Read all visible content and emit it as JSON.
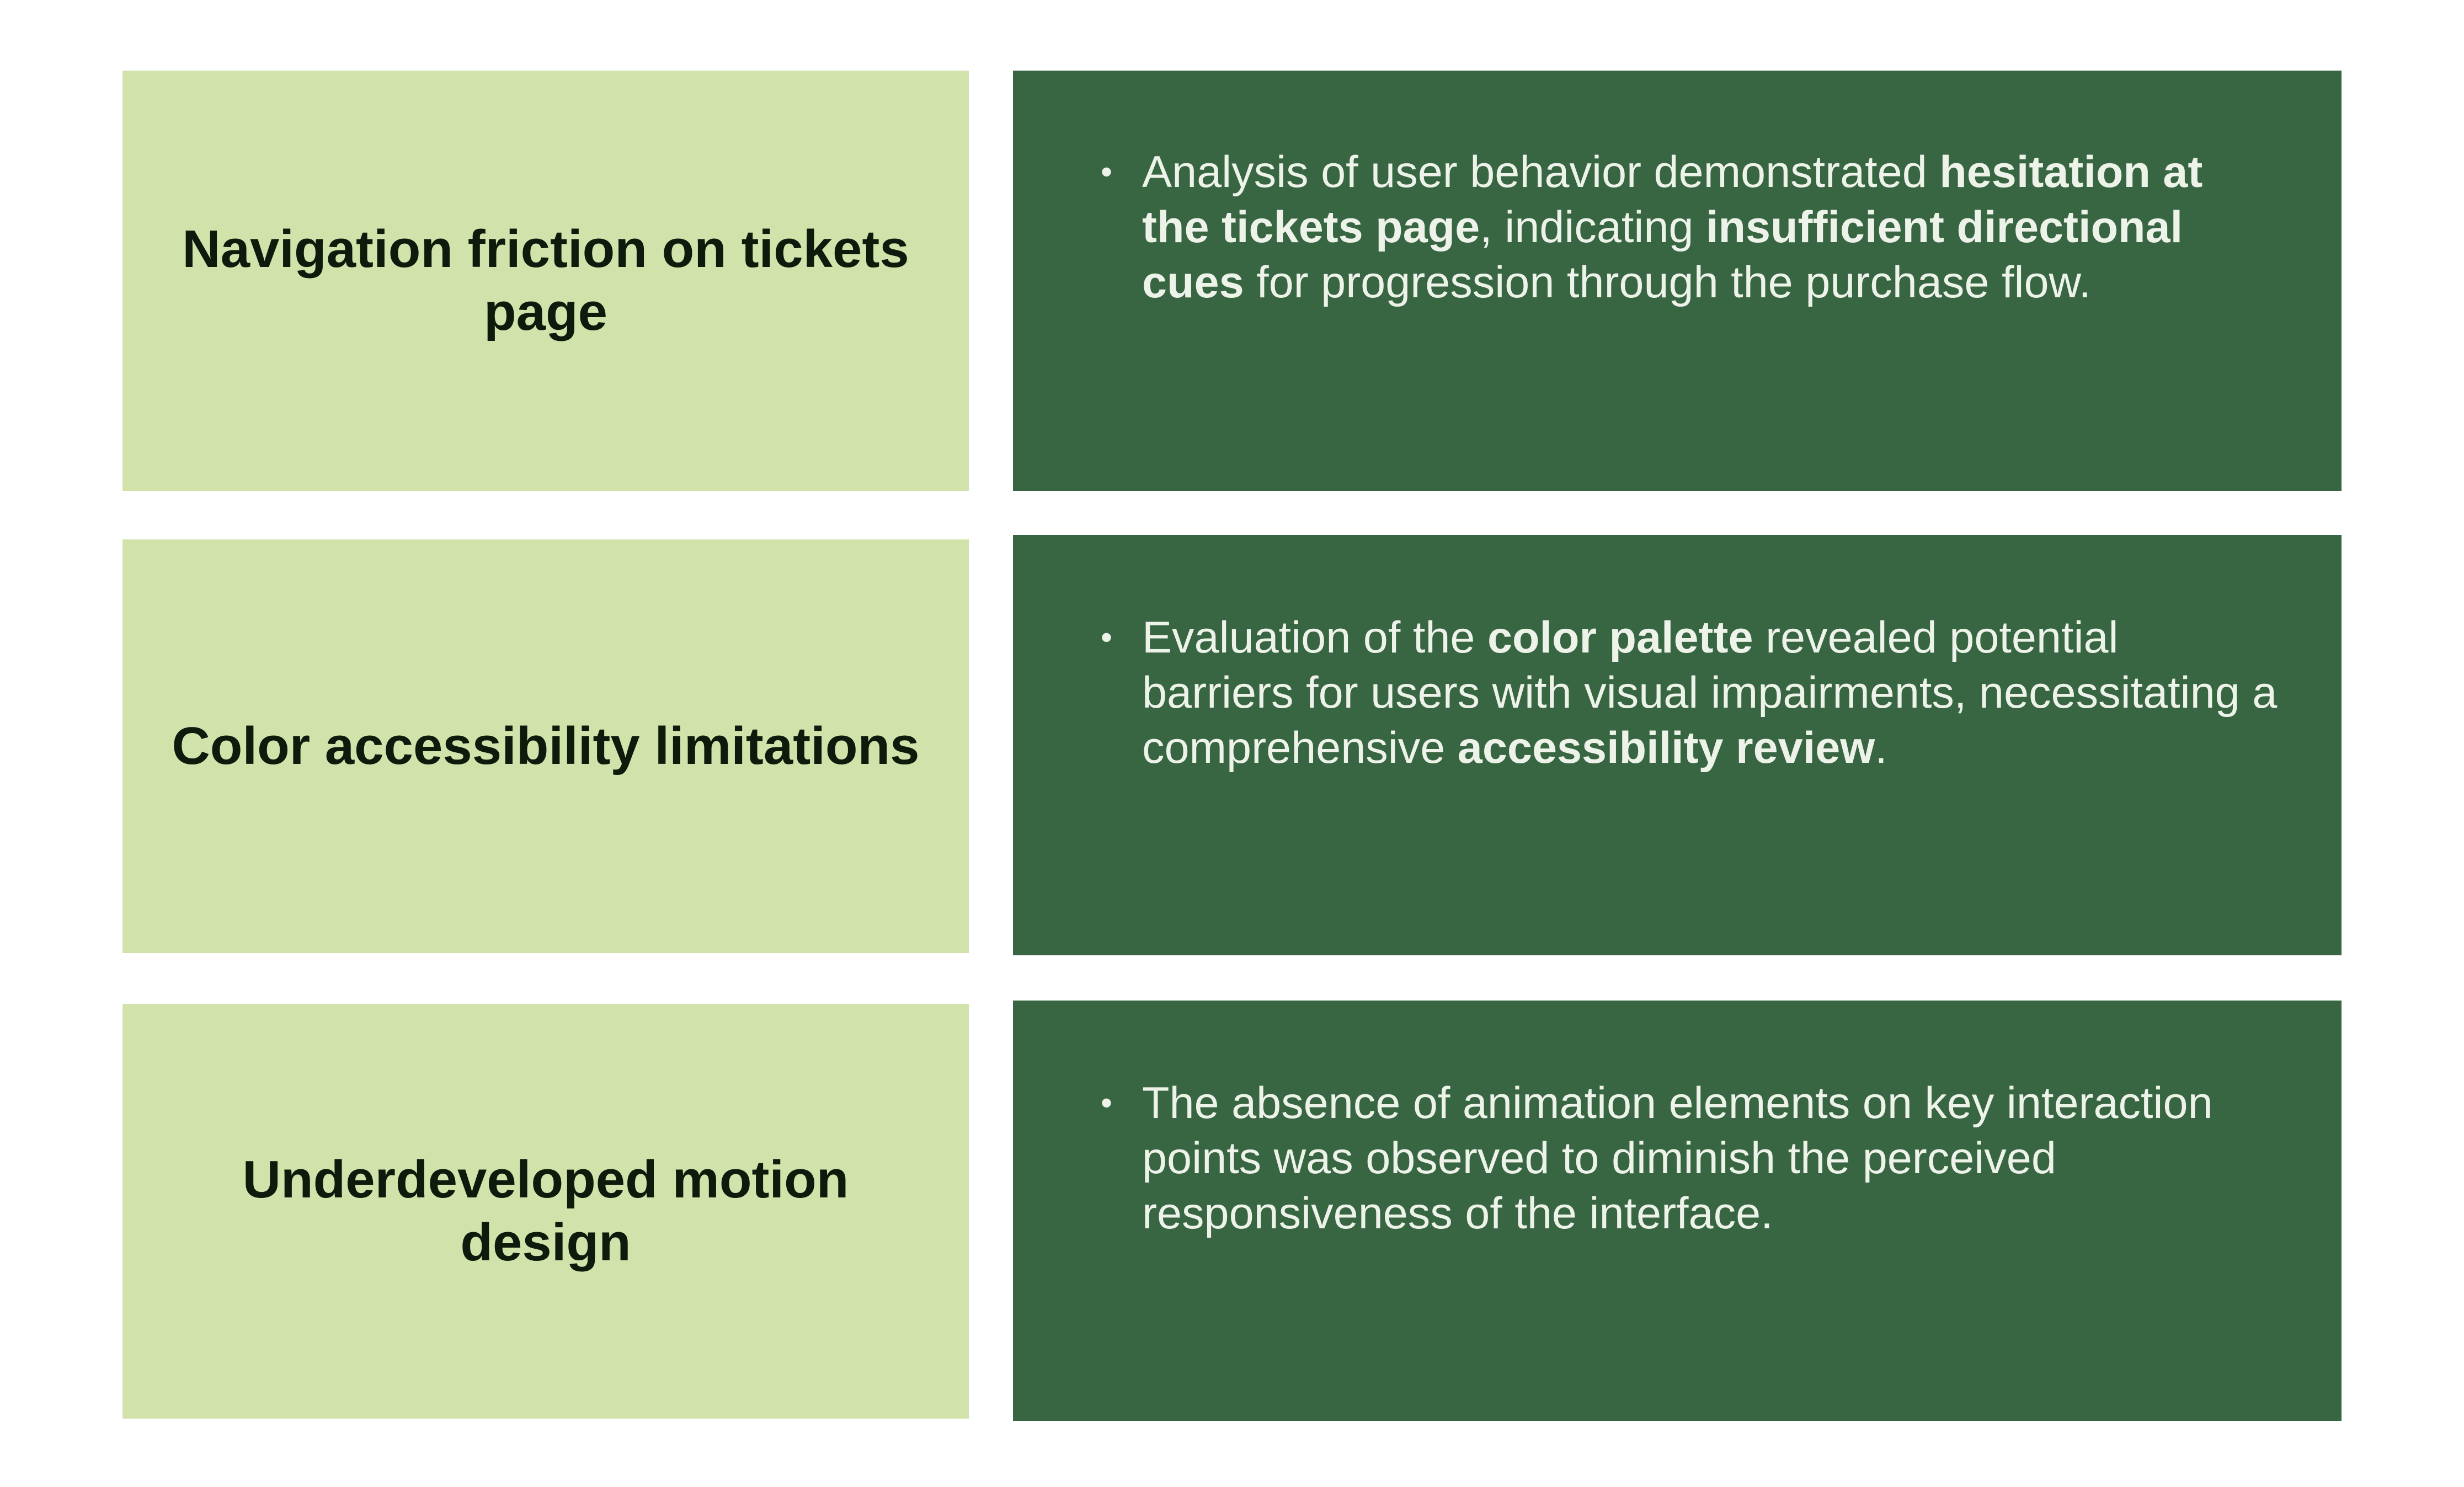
{
  "colors": {
    "label_background": "#d1e2aa",
    "label_text": "#0e1a0c",
    "description_background": "#386642",
    "description_text": "#eef3ea"
  },
  "rows": [
    {
      "label": "Navigation friction on tickets page",
      "bullet": "•",
      "description": [
        {
          "text": "Analysis of user behavior demonstrated ",
          "bold": false
        },
        {
          "text": "hesitation at the tickets page",
          "bold": true
        },
        {
          "text": ", indicating ",
          "bold": false
        },
        {
          "text": "insufficient directional cues",
          "bold": true
        },
        {
          "text": " for progression through the purchase flow.",
          "bold": false
        }
      ]
    },
    {
      "label": "Color accessibility limitations",
      "bullet": "•",
      "description": [
        {
          "text": "Evaluation of the ",
          "bold": false
        },
        {
          "text": "color palette",
          "bold": true
        },
        {
          "text": " revealed potential barriers for users with visual impairments, necessitating a comprehensive ",
          "bold": false
        },
        {
          "text": "accessibility review",
          "bold": true
        },
        {
          "text": ".",
          "bold": false
        }
      ]
    },
    {
      "label": "Underdeveloped motion design",
      "bullet": "•",
      "description": [
        {
          "text": "The absence of animation elements on key interaction points was observed to diminish the perceived responsiveness of the interface.",
          "bold": false
        }
      ]
    }
  ]
}
